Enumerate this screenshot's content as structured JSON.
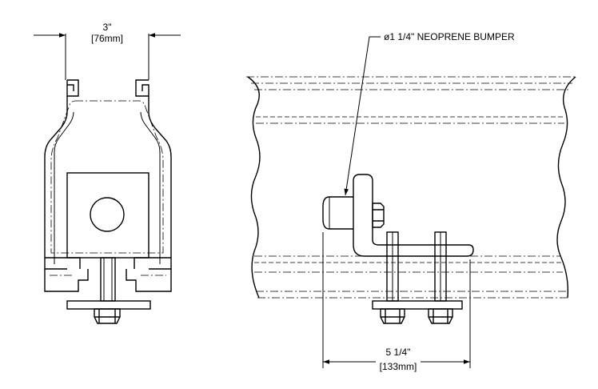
{
  "dimensions": {
    "end_view_width_in": "3\"",
    "end_view_width_mm": "[76mm]",
    "side_view_length_in": "5 1/4\"",
    "side_view_length_mm": "[133mm]"
  },
  "callouts": {
    "bumper_label": "ø1 1/4\" NEOPRENE BUMPER"
  }
}
